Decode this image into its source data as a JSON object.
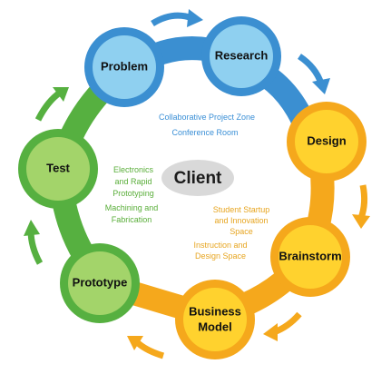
{
  "nodes": {
    "problem": "Problem",
    "research": "Research",
    "design": "Design",
    "brainstorm": "Brainstorm",
    "business_model_line1": "Business",
    "business_model_line2": "Model",
    "prototype": "Prototype",
    "test": "Test"
  },
  "center": {
    "client": "Client"
  },
  "zones": {
    "blue_line1": "Collaborative Project Zone",
    "blue_line2": "Conference Room",
    "green_line1": "Electronics",
    "green_line2": "and Rapid",
    "green_line3": "Prototyping",
    "green_line4": "Machining and",
    "green_line5": "Fabrication",
    "orange_line1": "Student Startup",
    "orange_line2": "and Innovation",
    "orange_line3": "Space",
    "orange_line4": "Instruction and",
    "orange_line5": "Design Space"
  },
  "colors": {
    "blue": "#3b8fd1",
    "blue_light": "#8fd0f0",
    "orange": "#f5a81c",
    "orange_light": "#ffd22e",
    "green": "#56b040",
    "green_light": "#a3d46a",
    "client_oval": "#d9d9d9"
  },
  "icons": {
    "cycle_arrows": "curved-arrow-icon"
  }
}
